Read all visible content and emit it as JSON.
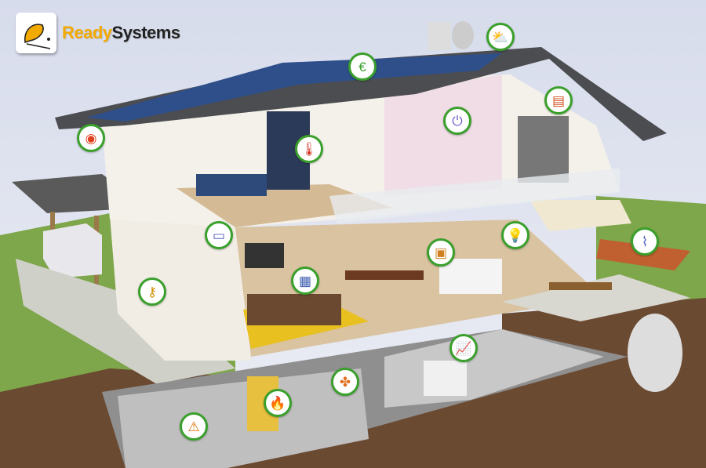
{
  "logo": {
    "part1": "Ready",
    "part2": "Systems"
  },
  "colors": {
    "hotspot_ring": "#3aa02c",
    "logo_orange": "#f2a900",
    "sky": "#dfe3ef",
    "grass": "#6f9a3a",
    "soil": "#6b4a32"
  },
  "hotspots": [
    {
      "id": "energy",
      "icon": "euro-icon",
      "glyph": "€",
      "color": "#3aa02c"
    },
    {
      "id": "weather",
      "icon": "weather-icon",
      "glyph": "⛅",
      "color": "#e0a000"
    },
    {
      "id": "blinds",
      "icon": "window-blinds-icon",
      "glyph": "▤",
      "color": "#d05020"
    },
    {
      "id": "power",
      "icon": "plug-icon",
      "glyph": "⏻",
      "color": "#6a5ac8"
    },
    {
      "id": "climate",
      "icon": "thermometer-icon",
      "glyph": "🌡",
      "color": "#d03020"
    },
    {
      "id": "alarm",
      "icon": "siren-icon",
      "glyph": "◉",
      "color": "#e04020"
    },
    {
      "id": "video",
      "icon": "camera-icon",
      "glyph": "▭",
      "color": "#5060c0"
    },
    {
      "id": "lighting",
      "icon": "lightbulb-icon",
      "glyph": "💡",
      "color": "#f0c000"
    },
    {
      "id": "irrigation",
      "icon": "hose-icon",
      "glyph": "⌇",
      "color": "#5060c0"
    },
    {
      "id": "touchpanel",
      "icon": "tablet-icon",
      "glyph": "▣",
      "color": "#d08020"
    },
    {
      "id": "intercom",
      "icon": "keypad-icon",
      "glyph": "▦",
      "color": "#4060b0"
    },
    {
      "id": "access",
      "icon": "key-icon",
      "glyph": "⚷",
      "color": "#d09000"
    },
    {
      "id": "monitoring",
      "icon": "chart-monitor-icon",
      "glyph": "📈",
      "color": "#4050b0"
    },
    {
      "id": "ventilation",
      "icon": "fan-icon",
      "glyph": "✤",
      "color": "#e07020"
    },
    {
      "id": "heating",
      "icon": "fire-icon",
      "glyph": "🔥",
      "color": "#e05010"
    },
    {
      "id": "safety",
      "icon": "warning-icon",
      "glyph": "⚠",
      "color": "#e07000"
    }
  ]
}
